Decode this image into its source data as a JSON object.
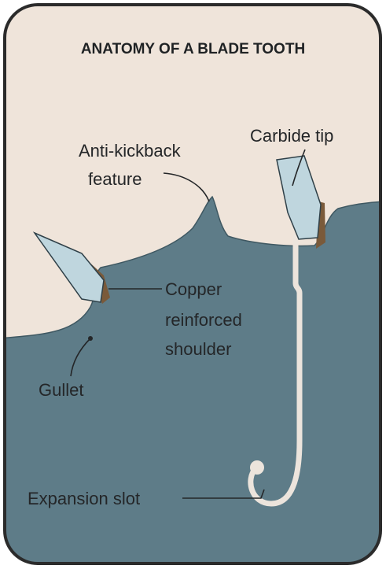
{
  "diagram": {
    "title": "ANATOMY OF A BLADE TOOTH",
    "labels": {
      "anti_kickback": [
        "Anti-kickback",
        "feature"
      ],
      "carbide_tip": "Carbide tip",
      "copper_shoulder": [
        "Copper",
        "reinforced",
        "shoulder"
      ],
      "gullet": "Gullet",
      "expansion_slot": "Expansion slot"
    },
    "colors": {
      "background": "#efe4da",
      "blade": "#5e7c88",
      "blade_edge": "#3f5862",
      "carbide": "#bfd6de",
      "copper": "#7a5a3a",
      "border": "#2b2b2b",
      "slot": "#ece4dc"
    }
  }
}
